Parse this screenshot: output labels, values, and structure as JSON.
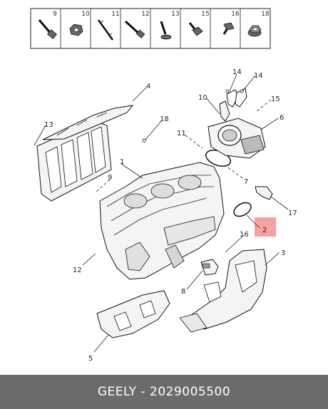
{
  "header_row": [
    "9",
    "10",
    "11",
    "12",
    "13",
    "15",
    "16",
    "18"
  ],
  "callouts": [
    "1",
    "2",
    "3",
    "4",
    "5",
    "6",
    "7",
    "8",
    "9",
    "10",
    "11",
    "12",
    "13",
    "14",
    "14",
    "15",
    "16",
    "17",
    "18"
  ],
  "highlight": {
    "part": "2",
    "color": "#f48a8a"
  },
  "footer": {
    "text": "GEELY - 2029005500",
    "bg": "#6b6b6b"
  }
}
